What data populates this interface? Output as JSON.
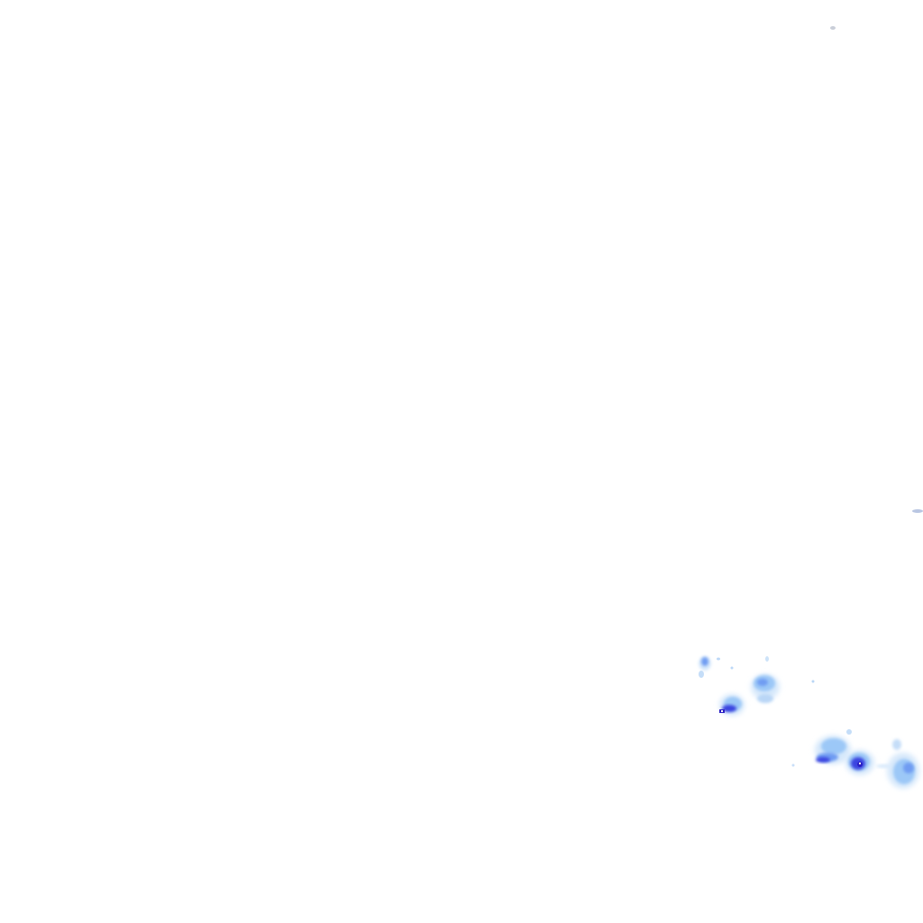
{
  "map": {
    "layer": "radar-precipitation-overlay",
    "palette": {
      "very_light": "#d6e8fb",
      "light": "#9cc8f7",
      "medium": "#6f9cf2",
      "heavy": "#3a45e0",
      "intense": "#2a1fc4",
      "speck": "#c9ced8"
    },
    "cells": [
      {
        "name": "echo-west-small",
        "intensity": "medium"
      },
      {
        "name": "echo-central-upper",
        "intensity": "light"
      },
      {
        "name": "echo-central-lower",
        "intensity": "heavy"
      },
      {
        "name": "echo-southeast-west",
        "intensity": "heavy"
      },
      {
        "name": "echo-southeast-core",
        "intensity": "intense"
      },
      {
        "name": "echo-southeast-east",
        "intensity": "light"
      }
    ]
  }
}
